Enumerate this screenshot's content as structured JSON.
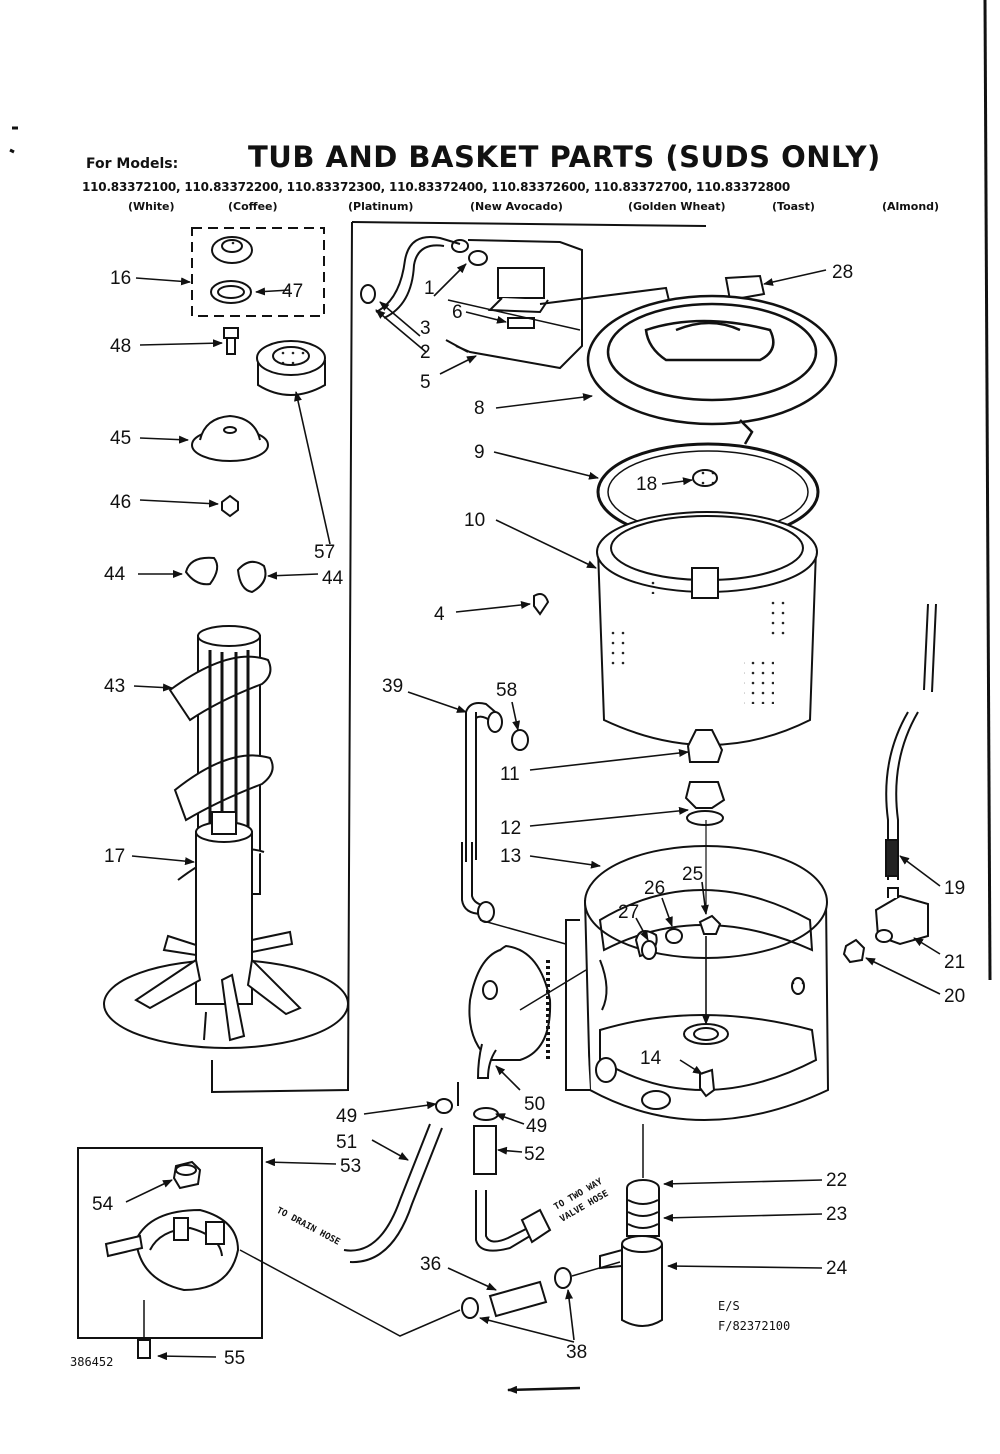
{
  "header": {
    "for_models_label": "For Models:",
    "title": "TUB AND BASKET PARTS (SUDS ONLY)",
    "models_line": "110.83372100, 110.83372200, 110.83372300, 110.83372400, 110.83372600, 110.83372700, 110.83372800",
    "colors": [
      "(White)",
      "(Coffee)",
      "(Platinum)",
      "(New Avocado)",
      "(Golden Wheat)",
      "(Toast)",
      "(Almond)"
    ]
  },
  "callouts": {
    "c1": "1",
    "c2": "2",
    "c3": "3",
    "c4": "4",
    "c5": "5",
    "c6": "6",
    "c8": "8",
    "c9": "9",
    "c10": "10",
    "c11": "11",
    "c12": "12",
    "c13": "13",
    "c14": "14",
    "c16": "16",
    "c17": "17",
    "c18": "18",
    "c19": "19",
    "c20": "20",
    "c21": "21",
    "c22": "22",
    "c23": "23",
    "c24": "24",
    "c25": "25",
    "c26": "26",
    "c27": "27",
    "c28": "28",
    "c36": "36",
    "c38": "38",
    "c39": "39",
    "c43": "43",
    "c44a": "44",
    "c44b": "44",
    "c45": "45",
    "c46": "46",
    "c47": "47",
    "c48": "48",
    "c49a": "49",
    "c49b": "49",
    "c50": "50",
    "c51": "51",
    "c52": "52",
    "c53": "53",
    "c54": "54",
    "c55": "55",
    "c57": "57",
    "c58": "58"
  },
  "notes": {
    "to_drain_hose": "TO DRAIN HOSE",
    "to_two_way_valve_hose_1": "TO TWO WAY",
    "to_two_way_valve_hose_2": "VALVE HOSE",
    "es_code": "E/S",
    "file_code": "F/82372100",
    "diagram_number": "386452"
  }
}
